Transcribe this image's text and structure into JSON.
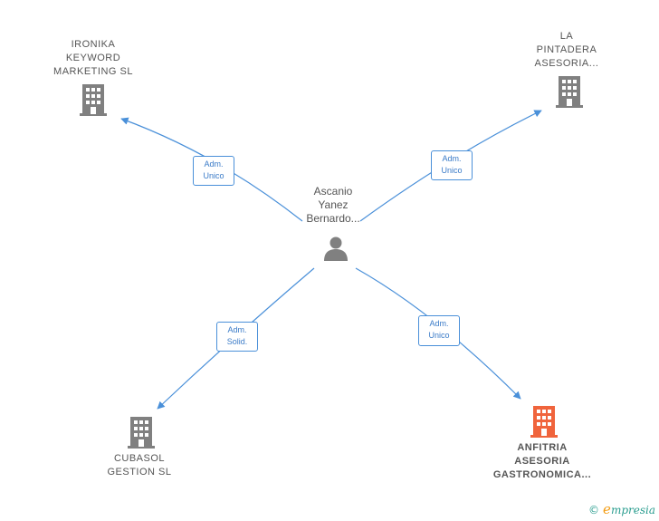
{
  "center": {
    "name_lines": [
      "Ascanio",
      "Yanez",
      "Bernardo..."
    ],
    "icon": "person-icon"
  },
  "companies": [
    {
      "id": "ironika",
      "name_lines": [
        "IRONIKA",
        "KEYWORD",
        "MARKETING SL"
      ],
      "icon": "building-icon",
      "color": "#808080",
      "highlight": false
    },
    {
      "id": "la-pintadera",
      "name_lines": [
        "LA",
        "PINTADERA",
        "ASESORIA..."
      ],
      "icon": "building-icon",
      "color": "#808080",
      "highlight": false
    },
    {
      "id": "cubasol",
      "name_lines": [
        "CUBASOL",
        "GESTION SL"
      ],
      "icon": "building-icon",
      "color": "#808080",
      "highlight": false
    },
    {
      "id": "anfitria",
      "name_lines": [
        "ANFITRIA",
        "ASESORIA",
        "GASTRONOMICA..."
      ],
      "icon": "building-icon",
      "color": "#f0643c",
      "highlight": true
    }
  ],
  "edges": [
    {
      "target": "ironika",
      "role_lines": [
        "Adm.",
        "Unico"
      ]
    },
    {
      "target": "la-pintadera",
      "role_lines": [
        "Adm.",
        "Unico"
      ]
    },
    {
      "target": "cubasol",
      "role_lines": [
        "Adm.",
        "Solid."
      ]
    },
    {
      "target": "anfitria",
      "role_lines": [
        "Adm.",
        "Unico"
      ]
    }
  ],
  "colors": {
    "edge": "#4a90d9",
    "icon_default": "#808080",
    "icon_highlight": "#f0643c"
  },
  "footer": {
    "copyright_symbol": "©",
    "brand_initial": "e",
    "brand_rest": "mpresia"
  }
}
